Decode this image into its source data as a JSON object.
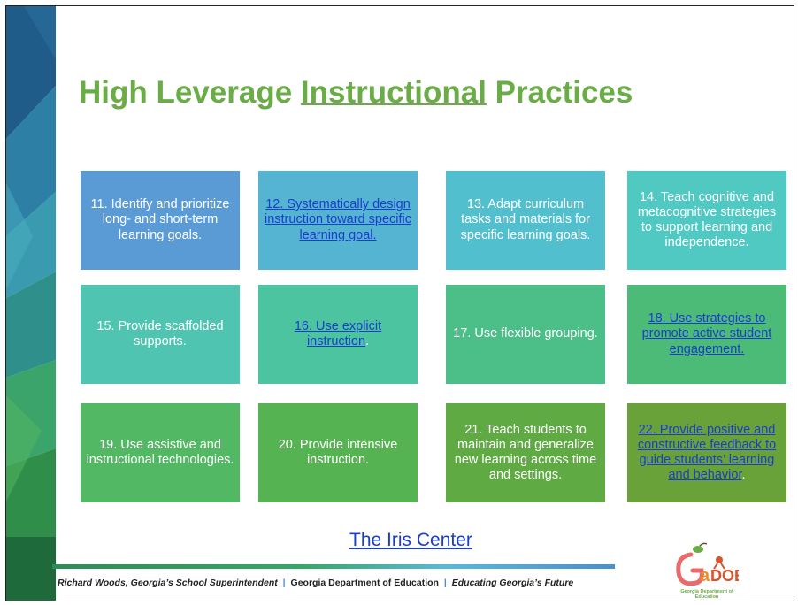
{
  "slide": {
    "title_pre": "High Leverage ",
    "title_underlined": "Instructional",
    "title_post": " Practices",
    "practices": [
      {
        "text": "11. Identify and prioritize long- and short-term learning goals.",
        "link": false,
        "color": "#5b9bd5"
      },
      {
        "text": "12. Systematically design instruction toward specific learning goal.",
        "link": true,
        "color": "#56b4d3"
      },
      {
        "text": "13. Adapt curriculum tasks and materials for specific learning goals.",
        "link": false,
        "color": "#52bfcf"
      },
      {
        "text": "14. Teach cognitive and metacognitive strategies to support learning and independence.",
        "link": false,
        "color": "#50c9c3"
      },
      {
        "text": "15. Provide scaffolded supports.",
        "link": false,
        "color": "#4fc4b0"
      },
      {
        "text": "16. Use explicit instruction",
        "link": true,
        "suffix": ".",
        "color": "#4cc49f"
      },
      {
        "text": "17. Use flexible grouping.",
        "link": false,
        "color": "#4cbf88"
      },
      {
        "text": "18. Use strategies to promote active student engagement.",
        "link": true,
        "color": "#4cbb78"
      },
      {
        "text": "19. Use assistive and instructional technologies.",
        "link": false,
        "color": "#52b863"
      },
      {
        "text": "20. Provide intensive instruction.",
        "link": false,
        "color": "#56b352"
      },
      {
        "text": "21. Teach students to maintain and generalize new learning across time and settings.",
        "link": false,
        "color": "#60aa44"
      },
      {
        "text": "22. Provide positive and constructive feedback to guide students’ learning and behavior",
        "link": true,
        "suffix": ".",
        "color": "#6aa23a"
      }
    ],
    "iris_link": "The Iris Center"
  },
  "footer": {
    "superintendent": "Richard Woods, Georgia’s School Superintendent",
    "sep1": "|",
    "department": "Georgia Department of Education",
    "sep2": "|",
    "motto": "Educating Georgia’s Future"
  },
  "logo": {
    "text": "GaDOE",
    "subtitle": "Georgia Department of Education"
  }
}
